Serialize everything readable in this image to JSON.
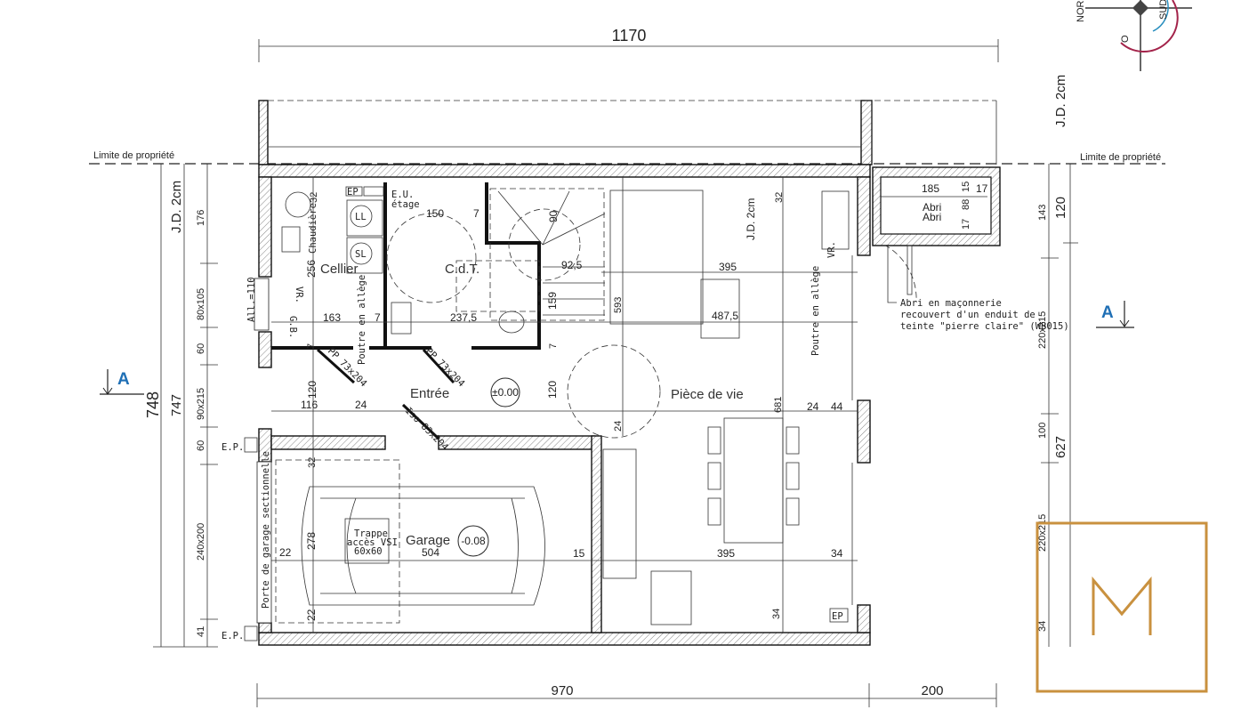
{
  "dimensions": {
    "top_total": "1170",
    "bottom_house": "970",
    "bottom_abri": "200",
    "left_total": "748",
    "left_inner": "747",
    "left_jd": "J.D. 2cm",
    "left_segments": [
      "176",
      "80x105",
      "60",
      "90x215",
      "60",
      "240x200",
      "41"
    ],
    "right_total": "627",
    "right_jd": "J.D. 2cm",
    "right_segments": [
      "120",
      "143",
      "220x215",
      "100",
      "220x215",
      "34"
    ]
  },
  "property_line": {
    "left_label": "Limite de propriété",
    "right_label": "Limite de propriété"
  },
  "rooms": {
    "cellier": "Cellier",
    "cdt": "C.d.T.",
    "entree": "Entrée",
    "entree_level": "±0.00",
    "piece_de_vie": "Pièce de vie",
    "garage": "Garage",
    "garage_length": "504",
    "garage_level": "-0.08",
    "abri_1": "Abri",
    "abri_2": "Abri"
  },
  "interior_dims": {
    "d150": "150",
    "d7a": "7",
    "d90": "90",
    "d92_5": "92,5",
    "d395a": "395",
    "d487_5": "487,5",
    "d159": "159",
    "d237_5": "237,5",
    "d163": "163",
    "d7b": "7",
    "d256": "256",
    "d32a": "32",
    "jd": "J.D. 2cm",
    "d32b": "32",
    "d593": "593",
    "d681": "681",
    "d24a": "24",
    "d116": "116",
    "d120a": "120",
    "d120b": "120",
    "d24b": "24",
    "d24c": "24",
    "d44": "44",
    "d15": "15",
    "d395b": "395",
    "d34a": "34",
    "d34b": "34",
    "d22a": "22",
    "d278": "278",
    "d22b": "22",
    "d32c": "32",
    "d7c": "7",
    "d7d": "7",
    "abri_185": "185",
    "abri_15": "15",
    "abri_17a": "17",
    "abri_88": "88",
    "abri_17b": "17"
  },
  "annotations": {
    "eu_1": "E.U.",
    "eu_2": "étage",
    "ep_top": "EP",
    "ll": "LL",
    "sl": "SL",
    "chaudiere": "Chaudière",
    "vr_left": "VR.",
    "gb": "G.B.",
    "poutre_left": "Poutre en allège",
    "poutre_right": "Poutre en allège",
    "pp_1": "PP 73x204",
    "pp_2": "PP 73x204",
    "iso": "Iso 83x204",
    "allege": "All.=110",
    "ep_1": "E.P.",
    "ep_2": "E.P.",
    "garage_door": "Porte de garage sectionnelle",
    "trappe_1": "Trappe",
    "trappe_2": "accès VSI",
    "trappe_3": "60x60",
    "vr_right": "VR.",
    "ep_bottom": "EP",
    "abri_note_1": "Abri en maçonnerie",
    "abri_note_2": "recouvert d'un enduit de",
    "abri_note_3": "teinte \"pierre claire\" (WB015)",
    "section_left": "A",
    "section_right": "A"
  },
  "compass": {
    "north": "NORD",
    "south": "SUD",
    "west": "O"
  },
  "colors": {
    "section_marker": "#1f6fb5",
    "logo": "#c9913f",
    "compass_red": "#a3234a",
    "compass_blue": "#2a8fbf"
  }
}
